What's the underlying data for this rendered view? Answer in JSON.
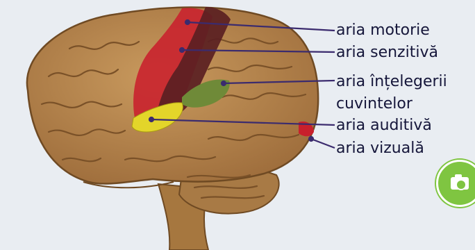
{
  "labels": {
    "motor": "aria motorie",
    "sensory": "aria senzitivă",
    "understanding_line1": "aria înțelegerii",
    "understanding_line2": "cuvintelor",
    "auditory": "aria auditivă",
    "visual": "aria vizuală"
  },
  "colors": {
    "brain": "#b98a52",
    "motor_area": "#c9252f",
    "sensory_area": "#5a1f22",
    "understanding_area": "#6f8a38",
    "auditory_area": "#e3d52a",
    "visual_area": "#c8202c",
    "leader_lines": "#3b2b6e"
  },
  "icons": {
    "camera": "camera-icon"
  }
}
